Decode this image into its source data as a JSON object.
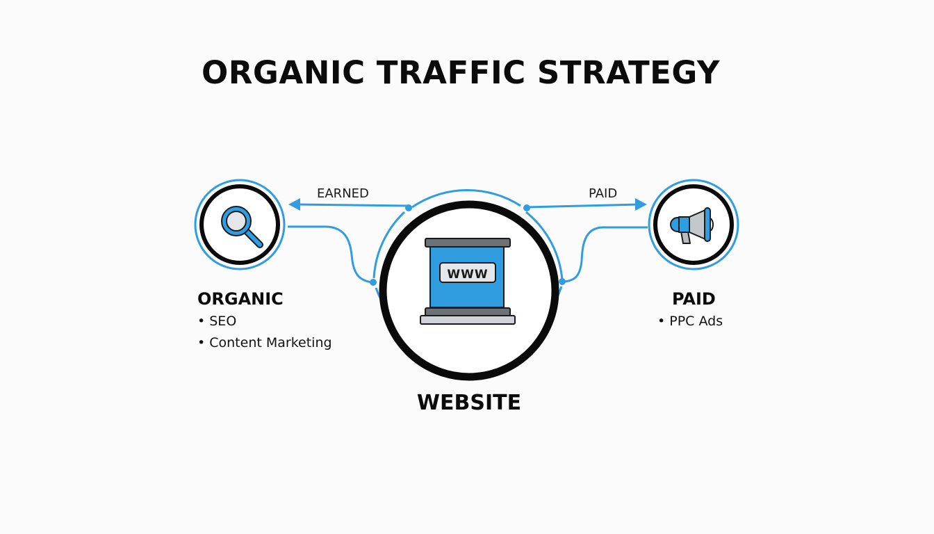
{
  "title": "ORGANIC TRAFFIC STRATEGY",
  "colors": {
    "accent": "#2f9de0",
    "ring": "#0a0a0a",
    "gray_dark": "#6e7176",
    "gray_light": "#d0d3d8",
    "background": "#fbfbfb"
  },
  "center_node": {
    "label": "WEBSITE",
    "icon": "website-www-icon",
    "icon_text": "WWW"
  },
  "left_node": {
    "title": "ORGANIC",
    "icon": "magnifier-search-icon",
    "items": [
      "SEO",
      "Content Marketing"
    ],
    "edge_label": "EARNED"
  },
  "right_node": {
    "title": "PAID",
    "icon": "megaphone-icon",
    "items": [
      "PPC Ads"
    ],
    "edge_label": "PAID"
  }
}
